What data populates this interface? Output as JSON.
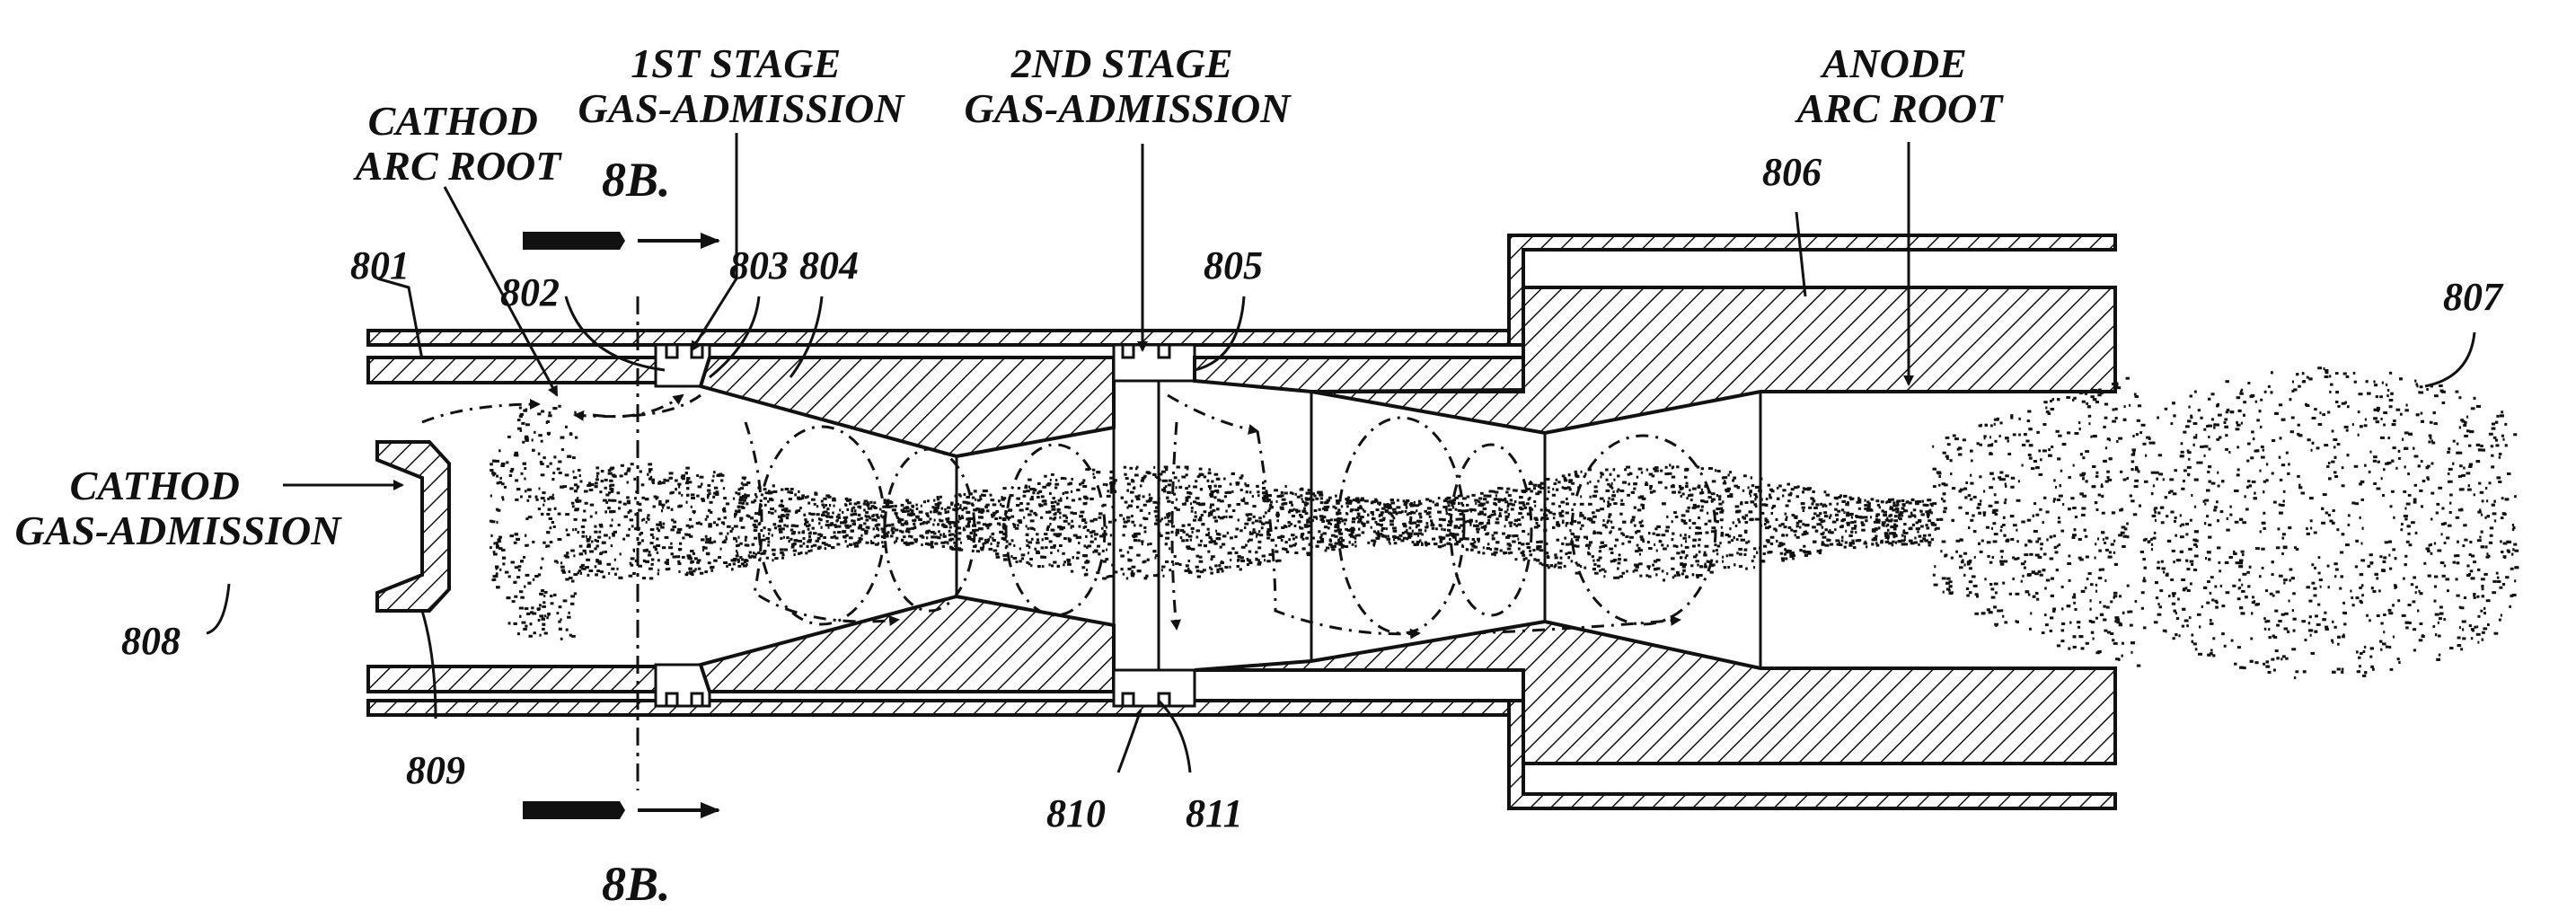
{
  "labels": {
    "cathode_arc_root": [
      "CATHOD",
      "ARC ROOT"
    ],
    "stage1": [
      "1ST STAGE",
      "GAS-ADMISSION"
    ],
    "stage2": [
      "2ND STAGE",
      "GAS-ADMISSION"
    ],
    "anode_arc_root": [
      "ANODE",
      "ARC ROOT"
    ],
    "cathode_gas": [
      "CATHOD",
      "GAS-ADMISSION"
    ],
    "section_top": "8B.",
    "section_bottom": "8B."
  },
  "refs": {
    "r801": "801",
    "r802": "802",
    "r803": "803",
    "r804": "804",
    "r805": "805",
    "r806": "806",
    "r807": "807",
    "r808": "808",
    "r809": "809",
    "r810": "810",
    "r811": "811"
  }
}
